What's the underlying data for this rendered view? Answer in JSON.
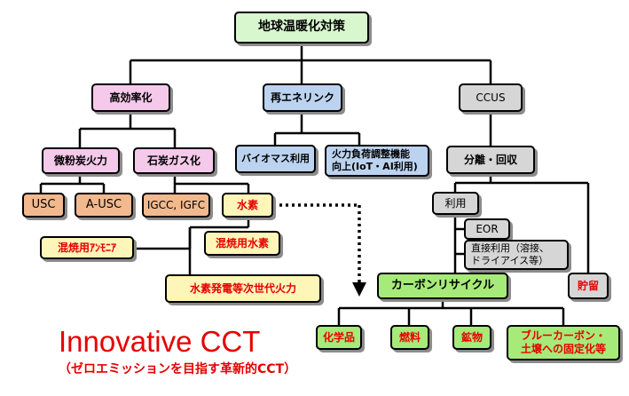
{
  "root": "地球温暖化対策",
  "level1": {
    "efficiency": "高効率化",
    "renewable": "再エネリンク",
    "ccus": "CCUS"
  },
  "efficiency": {
    "pulverized_coal": "微粉炭火力",
    "coal_gasification": "石炭ガス化",
    "usc": "USC",
    "ausc": "A-USC",
    "igcc": "IGCC, IGFC",
    "hydrogen": "水素",
    "ammonia_cofiring": "混焼用ｱﾝﾓﾆｱ",
    "hydrogen_cofiring": "混焼用水素",
    "next_gen_thermal": "水素発電等次世代火力"
  },
  "renewable": {
    "biomass": "バイオマス利用",
    "load_adjust_line1": "火力負荷調整機能",
    "load_adjust_line2": "向上(IoT・AI利用)"
  },
  "ccus": {
    "separation": "分離・回収",
    "utilization": "利用",
    "eor": "EOR",
    "direct_use_line1": "直接利用（溶接、",
    "direct_use_line2": "ドライアイス等）",
    "carbon_recycle": "カーボンリサイクル",
    "storage": "貯留"
  },
  "recycle_products": {
    "chemicals": "化学品",
    "fuels": "燃料",
    "minerals": "鉱物",
    "blue_carbon_line1": "ブルーカーボン・",
    "blue_carbon_line2": "土壌への固定化等"
  },
  "footer": {
    "title": "Innovative CCT",
    "subtitle": "（ゼロエミッションを目指す革新的CCT）"
  },
  "colors": {
    "root": "#d9f7cf",
    "efficiency": "#f5c9ea",
    "renewable": "#bcd3f0",
    "ccus": "#d6d6d6",
    "power_tech": "#f2b98f",
    "hydrogen": "#fef5b8",
    "carbon_recycle": "#a6ea79",
    "highlight_text": "#e60000"
  }
}
